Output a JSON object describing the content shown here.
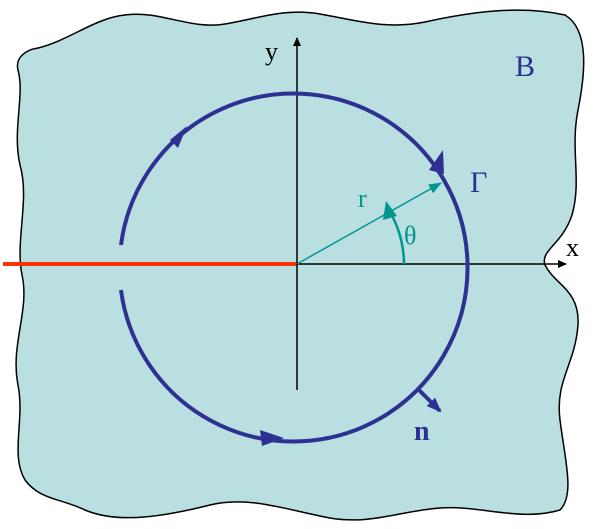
{
  "labels": {
    "region": "B",
    "contour": "Γ",
    "radius": "r",
    "angle": "θ",
    "normal": "n",
    "x_axis": "x",
    "y_axis": "y"
  },
  "colors": {
    "region_fill": "#b9dfe0",
    "region_stroke": "#000000",
    "contour": "#2e3192",
    "crack": "#ff3300",
    "radius_vector": "#00958f",
    "axes": "#000000",
    "label_blue": "#2e3192"
  }
}
